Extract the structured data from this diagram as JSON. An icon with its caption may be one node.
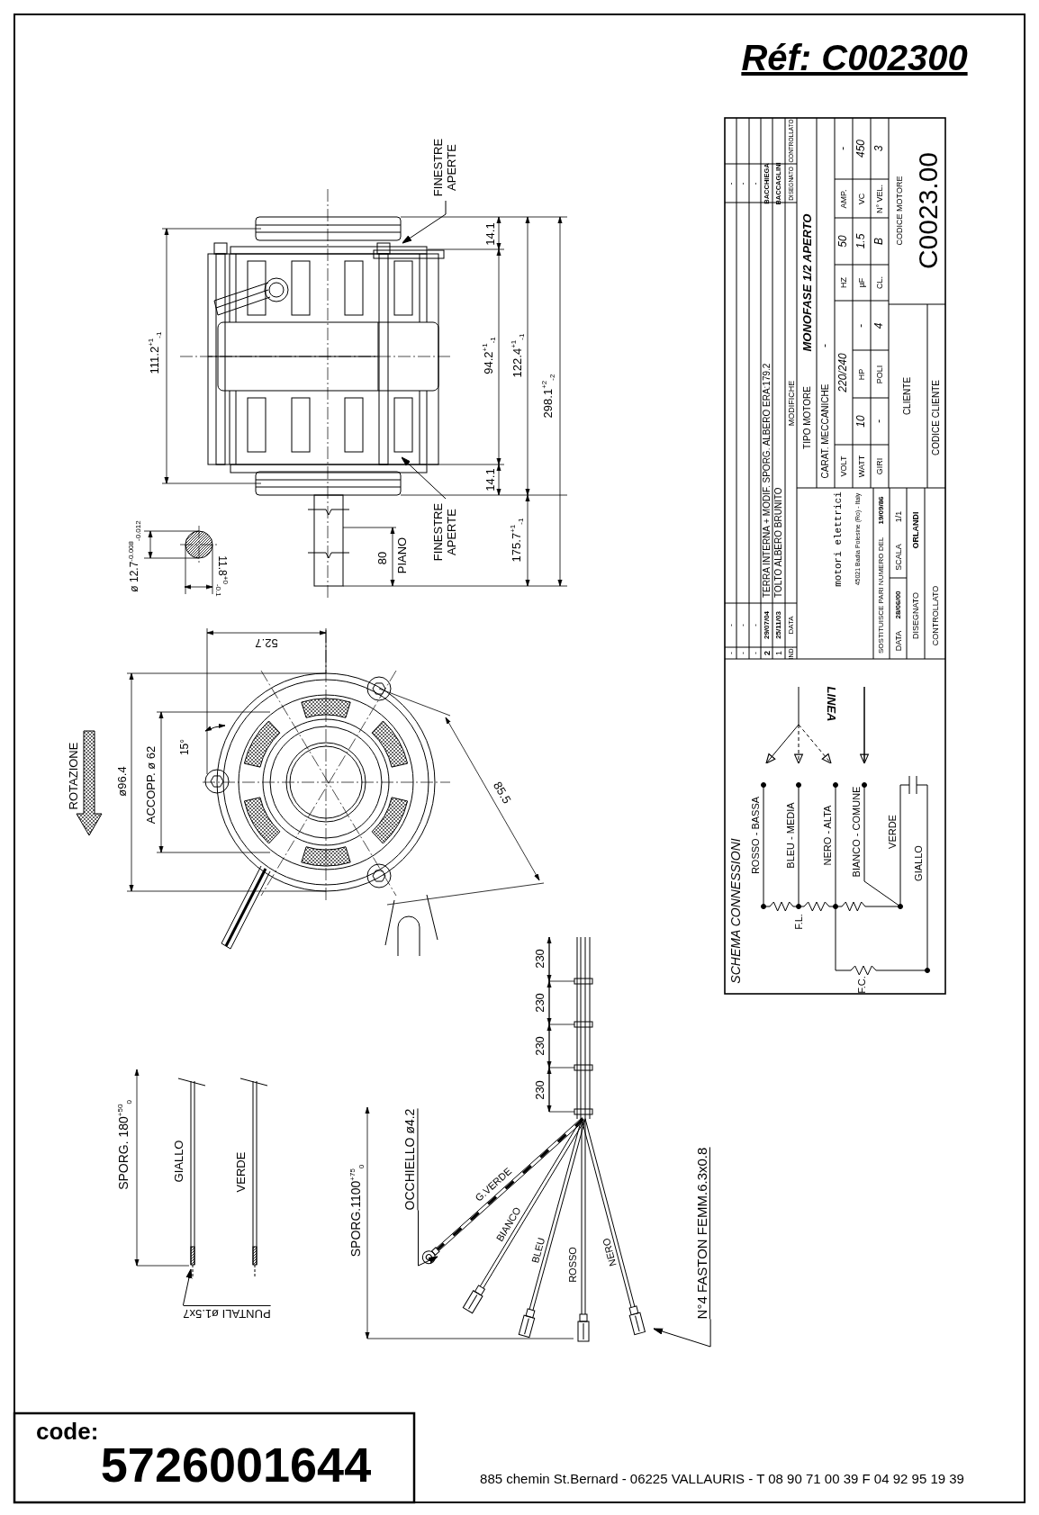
{
  "diagram": {
    "nodes": [
      {
        "text": [
          "FINESTRE APERTE"
        ]
      },
      {
        "text": [
          "FINESTRE APERTE"
        ]
      },
      {
        "text": [
          "PUNTALI ø1.5x7"
        ]
      },
      {
        "text": [
          "OCCHIELLO ø4.2"
        ]
      },
      {
        "text": [
          "N°4 FASTON FEMM.6.3x0.8"
        ]
      }
    ],
    "edges": [
      {
        "from": 0,
        "to": null,
        "arrow": "to"
      },
      {
        "from": 1,
        "to": null,
        "arrow": "to"
      },
      {
        "from": 2,
        "to": null,
        "arrow": "to"
      },
      {
        "from": 3,
        "to": null,
        "arrow": "to"
      },
      {
        "from": 4,
        "to": null,
        "arrow": "to"
      }
    ],
    "labels": [
      "Réf: C002300",
      "14.1",
      "94.2$^{+1}$$_{-1}$",
      "122.4$^{+1}$$_{-1}$",
      "298.1$^{+2}$$_{-2}$",
      "111.2$^{+1}$$_{-1}$",
      "14.1",
      "175.7$^{+1}$$_{-1}$",
      "80",
      "PIANO",
      "ø 12.7$^{-0.008}$$_{-0.012}$",
      "11.8$^{+0}$$_{-0.1}$",
      "52.7",
      "ROTAZIONE",
      "ø96.4",
      "ACCOPP. ø 62",
      "15°",
      "85.5",
      "230",
      "230",
      "230",
      "230",
      "SPORG. 180$^{+50}$$_{0}$",
      "GIALLO",
      "VERDE",
      "SPORG.1100$^{+75}$$_{0}$",
      "G.VERDE",
      "BIANCO",
      "BLEU",
      "ROSSO",
      "NERO",
      "-",
      "-",
      "-",
      "-",
      "-",
      "-",
      "-",
      "-",
      "-",
      "2",
      "29/07/04",
      "TERRA INTERNA + MODIF. SPORG. ALBERO ERA:179.2",
      "BACCHIEGA",
      "1",
      "25/11/03",
      "TOLTO ALBERO BRUNITO",
      "BACCAGLINI",
      "IND.",
      "DATA",
      "MODIFICHE",
      "DISEGNATO",
      "CONTROLLATO",
      "motori elettrici",
      "45021 Badia Polesine (Ro) - Italy",
      "SOSTITUISCE PARI NUMERO DEL",
      "19/09/86",
      "DATA",
      "28/06/00",
      "SCALA",
      "1/1",
      "DISEGNATO",
      "ORLANDI",
      "CONTROLLATO",
      "TIPO MOTORE",
      "MONOFASE 1/2 APERTO",
      "CARAT. MECCANICHE",
      "-",
      "VOLT",
      "220/240",
      "HZ",
      "50",
      "AMP.",
      "-",
      "WATT",
      "10",
      "HP",
      "-",
      "µF",
      "1.5",
      "VC",
      "450",
      "GIRI",
      "-",
      "POLI",
      "4",
      "CL.",
      "B",
      "N° VEL.",
      "3",
      "CLIENTE",
      "CODICE MOTORE",
      "C0023.00",
      "CODICE CLIENTE",
      "SCHEMA CONNESSIONI",
      "LINEA",
      "ROSSO - BASSA",
      "BLEU - MEDIA",
      "NERO - ALTA",
      "BIANCO - COMUNE",
      "VERDE",
      "GIALLO",
      "F.L.",
      "F.C.",
      "code:",
      "5726001644",
      "885 chemin St.Bernard  -  06225 VALLAURIS  -  T 08 90 71 00 39   F 04 92 95 19 39"
    ]
  }
}
